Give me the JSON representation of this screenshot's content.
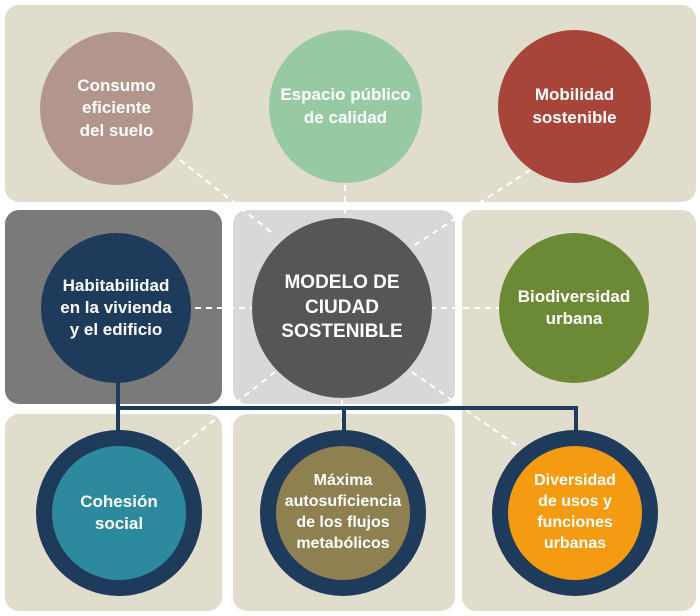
{
  "nodes": {
    "consumo": {
      "label": "Consumo\neficiente\ndel suelo",
      "color": "#b2958c"
    },
    "espacio": {
      "label": "Espacio público\nde calidad",
      "color": "#97c9a3"
    },
    "mobilidad": {
      "label": "Mobilidad\nsostenible",
      "color": "#a8453a"
    },
    "habitabilidad": {
      "label": "Habitabilidad\nen la vivienda\ny el edificio",
      "color": "#1e3b5c"
    },
    "center": {
      "label": "MODELO DE\nCIUDAD\nSOSTENIBLE",
      "color": "#565656"
    },
    "biodiversidad": {
      "label": "Biodiversidad\nurbana",
      "color": "#6c8a36"
    },
    "cohesion": {
      "label": "Cohesión\nsocial",
      "color": "#2d8a9e"
    },
    "autosuficiencia": {
      "label": "Máxima\nautosuficiencia\nde los flujos\nmetabólicos",
      "color": "#8f8051"
    },
    "diversidad": {
      "label": "Diversidad\nde usos y\nfunciones\nurbanas",
      "color": "#f59b12"
    }
  },
  "colors": {
    "panel_beige": "#e1ddcc",
    "panel_gray": "#7a7a7a",
    "panel_light": "#d8d8d8",
    "ring_navy": "#1e3b5c"
  }
}
